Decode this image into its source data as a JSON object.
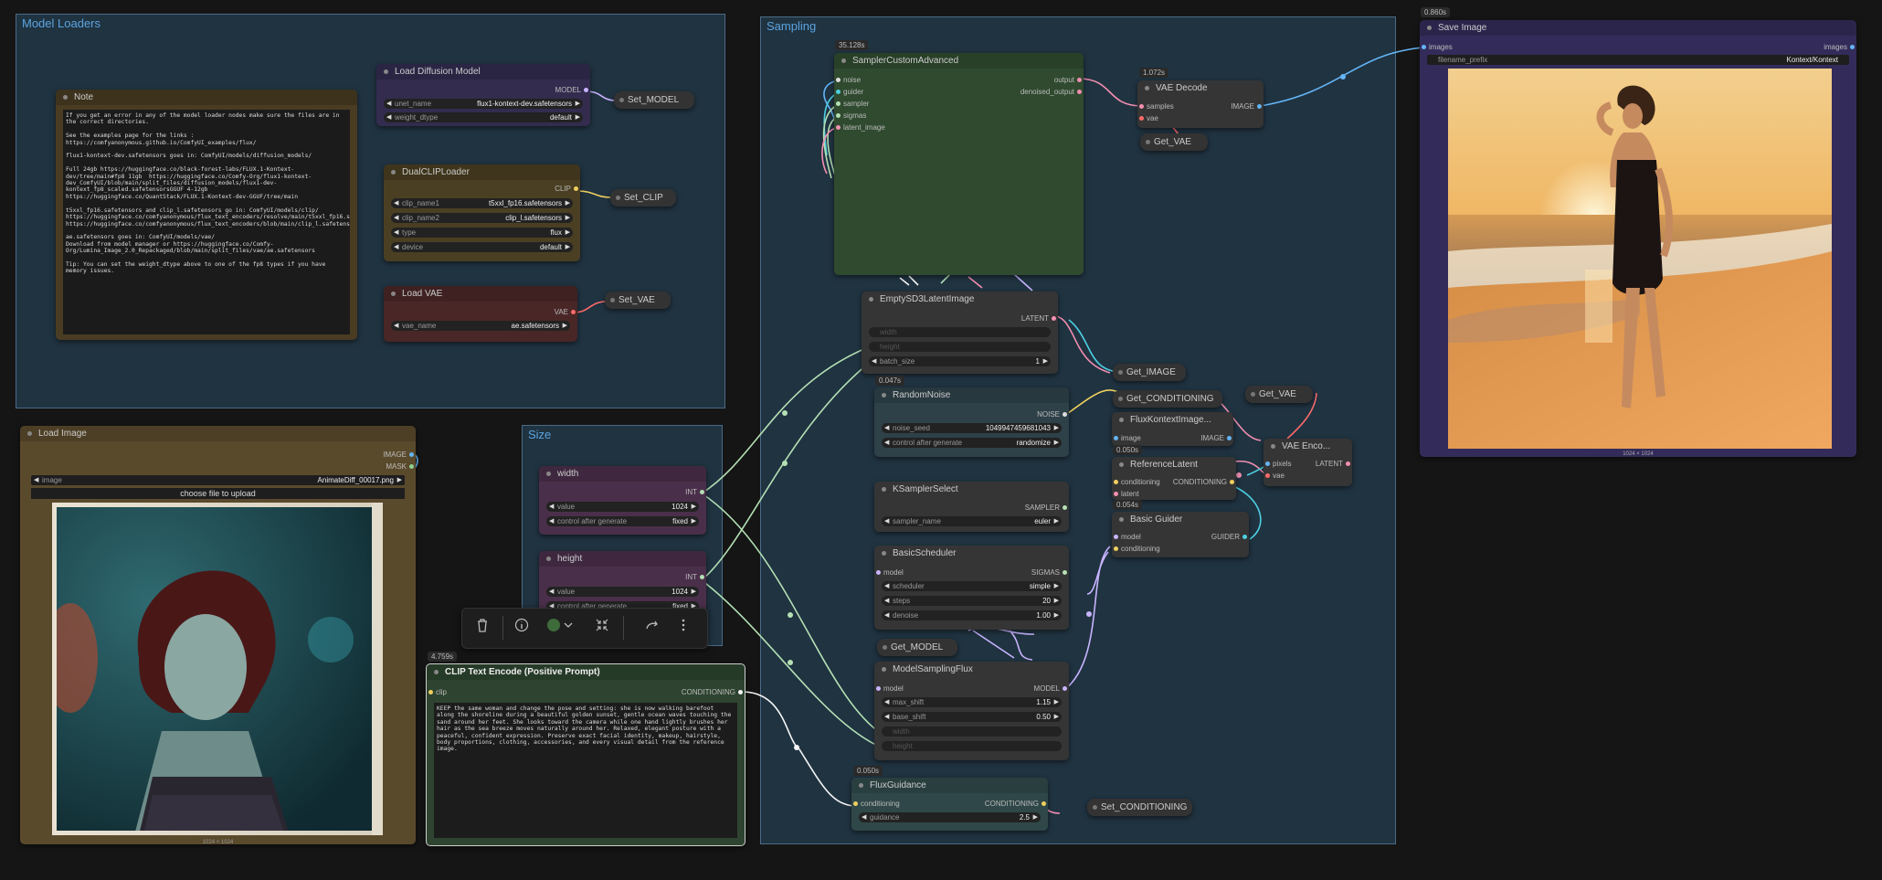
{
  "colors": {
    "background": "#151515",
    "group_bg": "#203341",
    "group_title": "#5ba4e0",
    "node_bg": "#353535",
    "wire_blue": "#64b5f6",
    "wire_pink": "#f48fb1",
    "wire_green": "#b4e0b4",
    "wire_yellow": "#f0d060",
    "wire_lavender": "#c8b4ff",
    "wire_cyan": "#4dd0e1",
    "wire_red": "#ff6b6b"
  },
  "groups": {
    "model_loaders": "Model Loaders",
    "sampling": "Sampling",
    "size": "Size"
  },
  "note": {
    "title": "Note",
    "text": "If you get an error in any of the model loader nodes make sure the files are in the correct directories.\n\nSee the examples page for the links :\nhttps://comfyanonymous.github.io/ComfyUI_examples/flux/\n\nflux1-kontext-dev.safetensors goes in: ComfyUI/models/diffusion_models/\n\nFull 24gb https://huggingface.co/black-forest-labs/FLUX.1-Kontext-dev/tree/main#fp8 11gb  https://huggingface.co/Comfy-Org/flux1-kontext-dev_ComfyUI/blob/main/split_files/diffusion_models/flux1-dev-kontext_fp8_scaled.safetensorsGGUF 4-12gb https://huggingface.co/QuantStack/FLUX.1-Kontext-dev-GGUF/tree/main\n\nt5xxl_fp16.safetensors and clip_l.safetensors go in: ComfyUI/models/clip/\nhttps://huggingface.co/comfyanonymous/flux_text_encoders/resolve/main/t5xxl_fp16.safetensors\nhttps://huggingface.co/comfyanonymous/flux_text_encoders/blob/main/clip_l.safetensors\n\nae.safetensors goes in: ComfyUI/models/vae/\nDownload from model manager or https://huggingface.co/Comfy-Org/Lumina_Image_2.0_Repackaged/blob/main/split_files/vae/ae.safetensors\n\nTip: You can set the weight_dtype above to one of the fp8 types if you have memory issues."
  },
  "load_diffusion": {
    "title": "Load Diffusion Model",
    "out": "MODEL",
    "w1_label": "unet_name",
    "w1_value": "flux1-kontext-dev.safetensors",
    "w2_label": "weight_dtype",
    "w2_value": "default"
  },
  "dualclip": {
    "title": "DualCLIPLoader",
    "out": "CLIP",
    "w1_label": "clip_name1",
    "w1_value": "t5xxl_fp16.safetensors",
    "w2_label": "clip_name2",
    "w2_value": "clip_l.safetensors",
    "w3_label": "type",
    "w3_value": "flux",
    "w4_label": "device",
    "w4_value": "default"
  },
  "load_vae": {
    "title": "Load VAE",
    "out": "VAE",
    "w1_label": "vae_name",
    "w1_value": "ae.safetensors"
  },
  "set_nodes": {
    "model": "Set_MODEL",
    "clip": "Set_CLIP",
    "vae": "Set_VAE",
    "conditioning": "Set_CONDITIONING"
  },
  "get_nodes": {
    "vae": "Get_VAE",
    "image": "Get_IMAGE",
    "conditioning": "Get_CONDITIONING",
    "vae2": "Get_VAE",
    "model": "Get_MODEL"
  },
  "load_image": {
    "title": "Load Image",
    "out1": "IMAGE",
    "out2": "MASK",
    "w1_label": "image",
    "w1_value": "AnimateDiff_00017.png",
    "upload": "choose file to upload",
    "size_caption": "1024 × 1024"
  },
  "size_width": {
    "title": "width",
    "out": "INT",
    "w1_label": "value",
    "w1_value": "1024",
    "w2_label": "control after generate",
    "w2_value": "fixed"
  },
  "size_height": {
    "title": "height",
    "out": "INT",
    "w1_label": "value",
    "w1_value": "1024",
    "w2_label": "control after generate",
    "w2_value": "fixed"
  },
  "clip_text": {
    "badge": "4.759s",
    "title": "CLIP Text Encode (Positive Prompt)",
    "in": "clip",
    "out": "CONDITIONING",
    "text": "KEEP the same woman and change the pose and setting: she is now walking barefoot along the shoreline during a beautiful golden sunset, gentle ocean waves touching the sand around her feet. She looks toward the camera while one hand lightly brushes her hair as the sea breeze moves naturally around her. Relaxed, elegant posture with a peaceful, confident expression. Preserve exact facial identity, makeup, hairstyle, body proportions, clothing, accessories, and every visual detail from the reference image."
  },
  "sampler_custom": {
    "badge": "35.128s",
    "title": "SamplerCustomAdvanced",
    "in1": "noise",
    "in2": "guider",
    "in3": "sampler",
    "in4": "sigmas",
    "in5": "latent_image",
    "out1": "output",
    "out2": "denoised_output"
  },
  "vae_decode": {
    "badge": "1.072s",
    "title": "VAE Decode",
    "in1": "samples",
    "in2": "vae",
    "out": "IMAGE"
  },
  "save_image": {
    "badge": "0.860s",
    "title": "Save Image",
    "in": "images",
    "out": "images",
    "w1_label": "filename_prefix",
    "w1_value": "Kontext/Kontext",
    "size_caption": "1024 × 1024"
  },
  "empty_latent": {
    "title": "EmptySD3LatentImage",
    "out": "LATENT",
    "w1": "width",
    "w2": "height",
    "w3_label": "batch_size",
    "w3_value": "1"
  },
  "random_noise": {
    "badge": "0.047s",
    "title": "RandomNoise",
    "out": "NOISE",
    "w1_label": "noise_seed",
    "w1_value": "1049947459681043",
    "w2_label": "control after generate",
    "w2_value": "randomize"
  },
  "ksampler_select": {
    "title": "KSamplerSelect",
    "out": "SAMPLER",
    "w1_label": "sampler_name",
    "w1_value": "euler"
  },
  "basic_scheduler": {
    "title": "BasicScheduler",
    "in": "model",
    "out": "SIGMAS",
    "w1_label": "scheduler",
    "w1_value": "simple",
    "w2_label": "steps",
    "w2_value": "20",
    "w3_label": "denoise",
    "w3_value": "1.00"
  },
  "model_sampling": {
    "title": "ModelSamplingFlux",
    "in": "model",
    "out": "MODEL",
    "w1_label": "max_shift",
    "w1_value": "1.15",
    "w2_label": "base_shift",
    "w2_value": "0.50",
    "w3": "width",
    "w4": "height"
  },
  "flux_guidance": {
    "badge": "0.050s",
    "title": "FluxGuidance",
    "in": "conditioning",
    "out": "CONDITIONING",
    "w1_label": "guidance",
    "w1_value": "2.5"
  },
  "flux_kontext": {
    "badge": "0.050s",
    "title": "FluxKontextImage...",
    "in": "image",
    "out": "IMAGE"
  },
  "ref_latent": {
    "badge": "0.054s",
    "title": "ReferenceLatent",
    "in1": "conditioning",
    "in2": "latent",
    "out": "CONDITIONING"
  },
  "basic_guider": {
    "title": "Basic Guider",
    "in1": "model",
    "in2": "conditioning",
    "out": "GUIDER"
  },
  "vae_encode": {
    "title": "VAE Enco...",
    "in1": "pixels",
    "in2": "vae",
    "out": "LATENT"
  },
  "toolbar": {
    "icons": [
      "trash-icon",
      "info-icon",
      "color-icon",
      "fit-icon",
      "bypass-icon",
      "more-icon"
    ]
  }
}
